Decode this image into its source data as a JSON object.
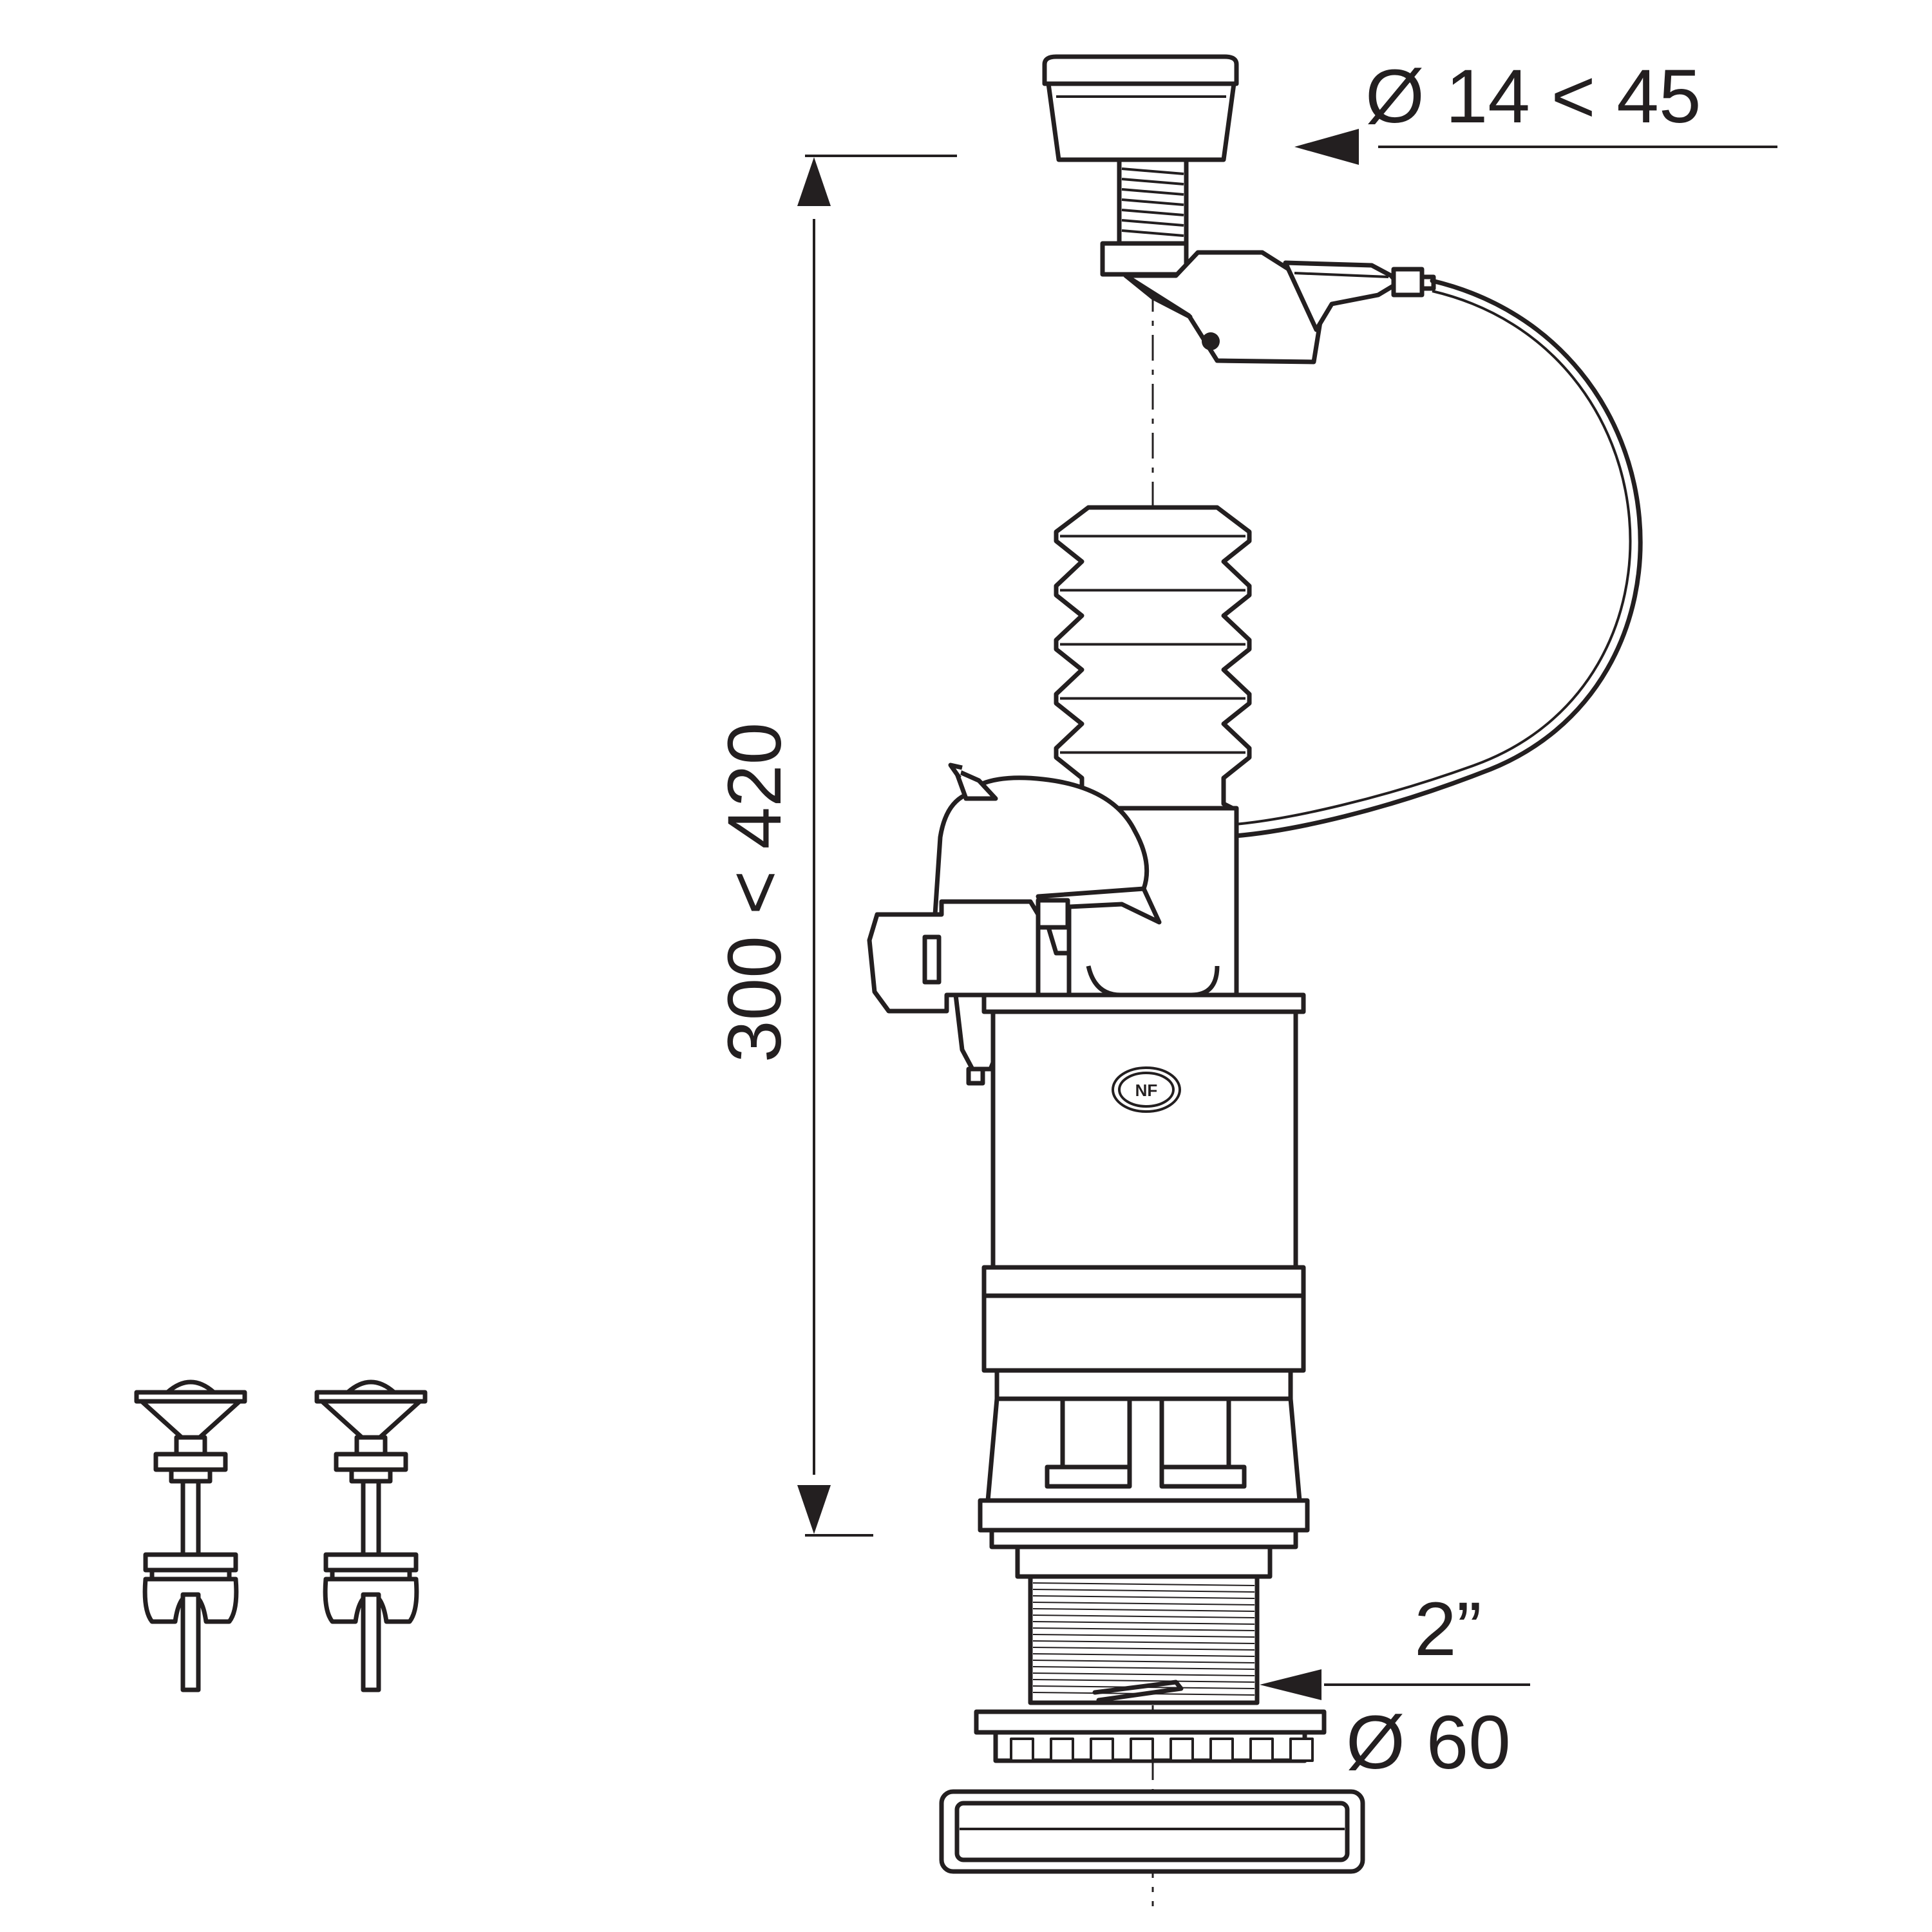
{
  "dimensions": {
    "push_button_diameter": "Ø 14 < 45",
    "height_range": "300 < 420",
    "thread_size": "2”",
    "outlet_diameter": "Ø 60"
  },
  "logo": {
    "text": "NF"
  },
  "colors": {
    "ink": "#231f20",
    "background": "#ffffff"
  }
}
